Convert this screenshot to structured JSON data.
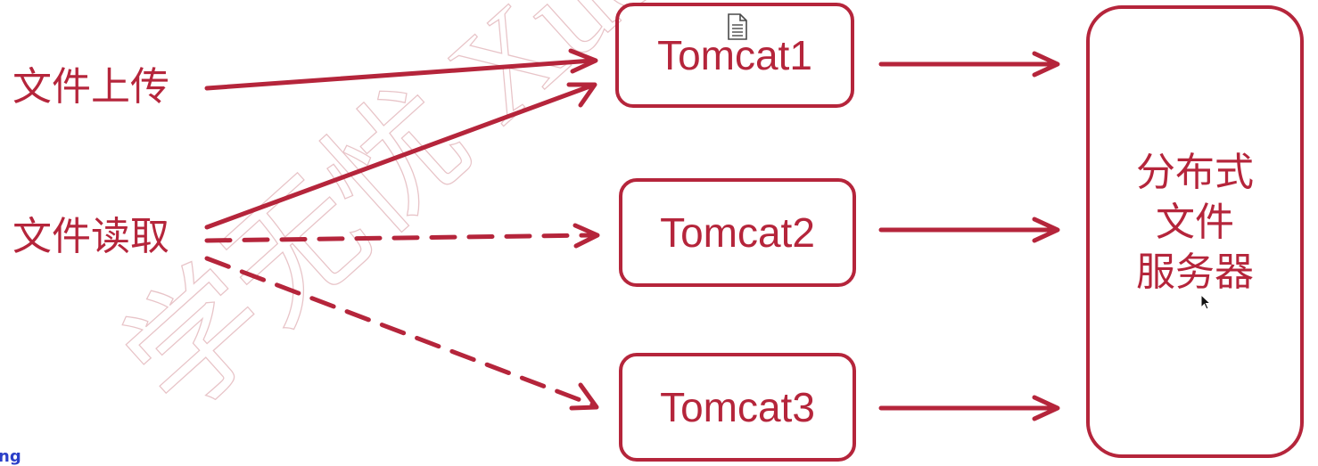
{
  "colors": {
    "accent": "#b5253b",
    "watermark": "#e8c4c8",
    "corner_text": "#2b3fc8"
  },
  "left_labels": {
    "upload": "文件上传",
    "read": "文件读取"
  },
  "nodes": [
    "Tomcat1",
    "Tomcat2",
    "Tomcat3"
  ],
  "server": {
    "line1": "分布式",
    "line2": "文件",
    "line3": "服务器"
  },
  "watermark_text": "学无忧 Xuetu",
  "corner_text": "ng",
  "icons": {
    "doc": "document-icon",
    "cursor": "mouse-cursor-icon"
  }
}
